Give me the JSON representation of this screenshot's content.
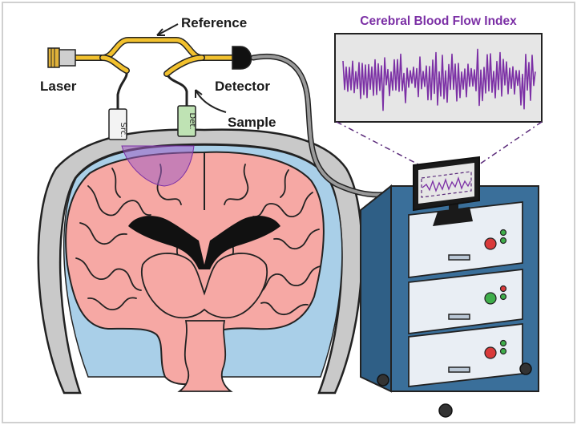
{
  "labels": {
    "reference": "Reference",
    "laser": "Laser",
    "detector": "Detector",
    "sample": "Sample",
    "src_probe": "Src.",
    "det_probe": "Det."
  },
  "trace_panel": {
    "title": "Cerebral Blood Flow Index"
  },
  "colors": {
    "fiber": "#f2c12e",
    "brain_tissue": "#f6a8a4",
    "csf": "#a9cfe8",
    "skull": "#c9c9c9",
    "ventricle": "#111111",
    "sample_region": "#a05fc2",
    "signal": "#7b2fa5",
    "cart": "#3a6f9a",
    "cart_panel": "#e9eef4",
    "indicator_red": "#d93a3a",
    "indicator_green": "#3fae4a"
  }
}
